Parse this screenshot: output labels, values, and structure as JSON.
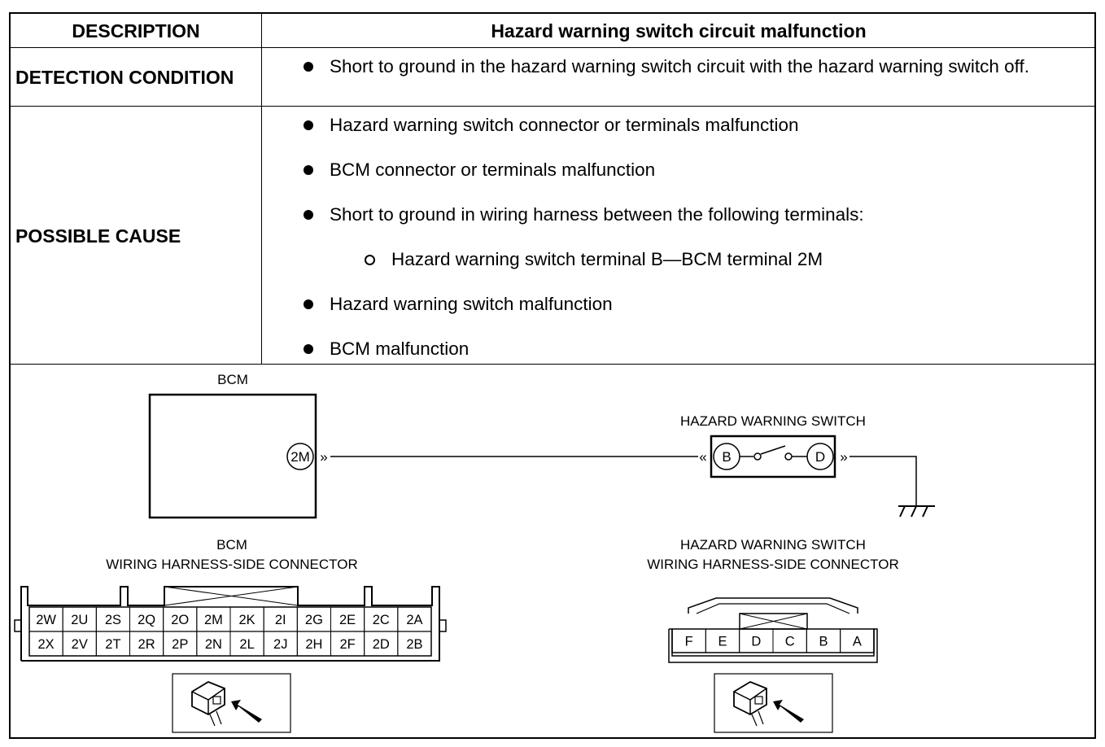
{
  "table": {
    "header": {
      "col1": "DESCRIPTION",
      "col2": "Hazard warning switch circuit malfunction"
    },
    "detection": {
      "label": "DETECTION CONDITION",
      "items": [
        "Short to ground in the hazard warning switch circuit with the hazard warning switch off."
      ]
    },
    "possible_cause": {
      "label": "POSSIBLE CAUSE",
      "items": [
        "Hazard warning switch connector or terminals malfunction",
        "BCM connector or terminals malfunction",
        "Short to ground in wiring harness between the following terminals:",
        "Hazard warning switch terminal B—BCM terminal 2M",
        "Hazard warning switch malfunction",
        "BCM malfunction"
      ]
    }
  },
  "diagram": {
    "bcm_label": "BCM",
    "bcm_terminal": "2M",
    "switch_label": "HAZARD WARNING SWITCH",
    "switch_terminals": [
      "B",
      "D"
    ],
    "bcm_connector_title_1": "BCM",
    "bcm_connector_title_2": "WIRING HARNESS-SIDE CONNECTOR",
    "switch_connector_title_1": "HAZARD WARNING SWITCH",
    "switch_connector_title_2": "WIRING HARNESS-SIDE CONNECTOR",
    "bcm_pins_top": [
      "2W",
      "2U",
      "2S",
      "2Q",
      "2O",
      "2M",
      "2K",
      "2I",
      "2G",
      "2E",
      "2C",
      "2A"
    ],
    "bcm_pins_bottom": [
      "2X",
      "2V",
      "2T",
      "2R",
      "2P",
      "2N",
      "2L",
      "2J",
      "2H",
      "2F",
      "2D",
      "2B"
    ],
    "switch_pins": [
      "F",
      "E",
      "D",
      "C",
      "B",
      "A"
    ]
  }
}
